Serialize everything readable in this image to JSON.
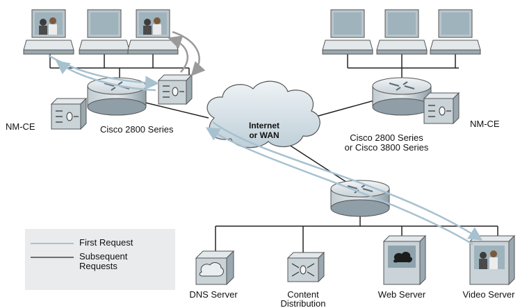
{
  "labels": {
    "nmce_left": "NM-CE",
    "router_left": "Cisco 2800 Series",
    "internet": "Internet\nor WAN",
    "router_right_line1": "Cisco 2800 Series",
    "router_right_line2": "or Cisco 3800 Series",
    "nmce_right": "NM-CE",
    "dns_server": "DNS Server",
    "content_distribution": "Content\nDistribution",
    "web_server": "Web Server",
    "video_server": "Video Server"
  },
  "legend": {
    "first_request": "First Request",
    "subsequent_requests": "Subsequent\nRequests",
    "first_color": "#a7c1cf",
    "subsequent_color": "#6f6f6f"
  },
  "colors": {
    "device_dark": "#8c9aa3",
    "device_mid": "#b9c5cb",
    "device_light": "#e3e8eb",
    "cloud": "#d7e2e8",
    "arrow_first": "#a7c1cf",
    "arrow_subsequent": "#9a9a9a"
  }
}
